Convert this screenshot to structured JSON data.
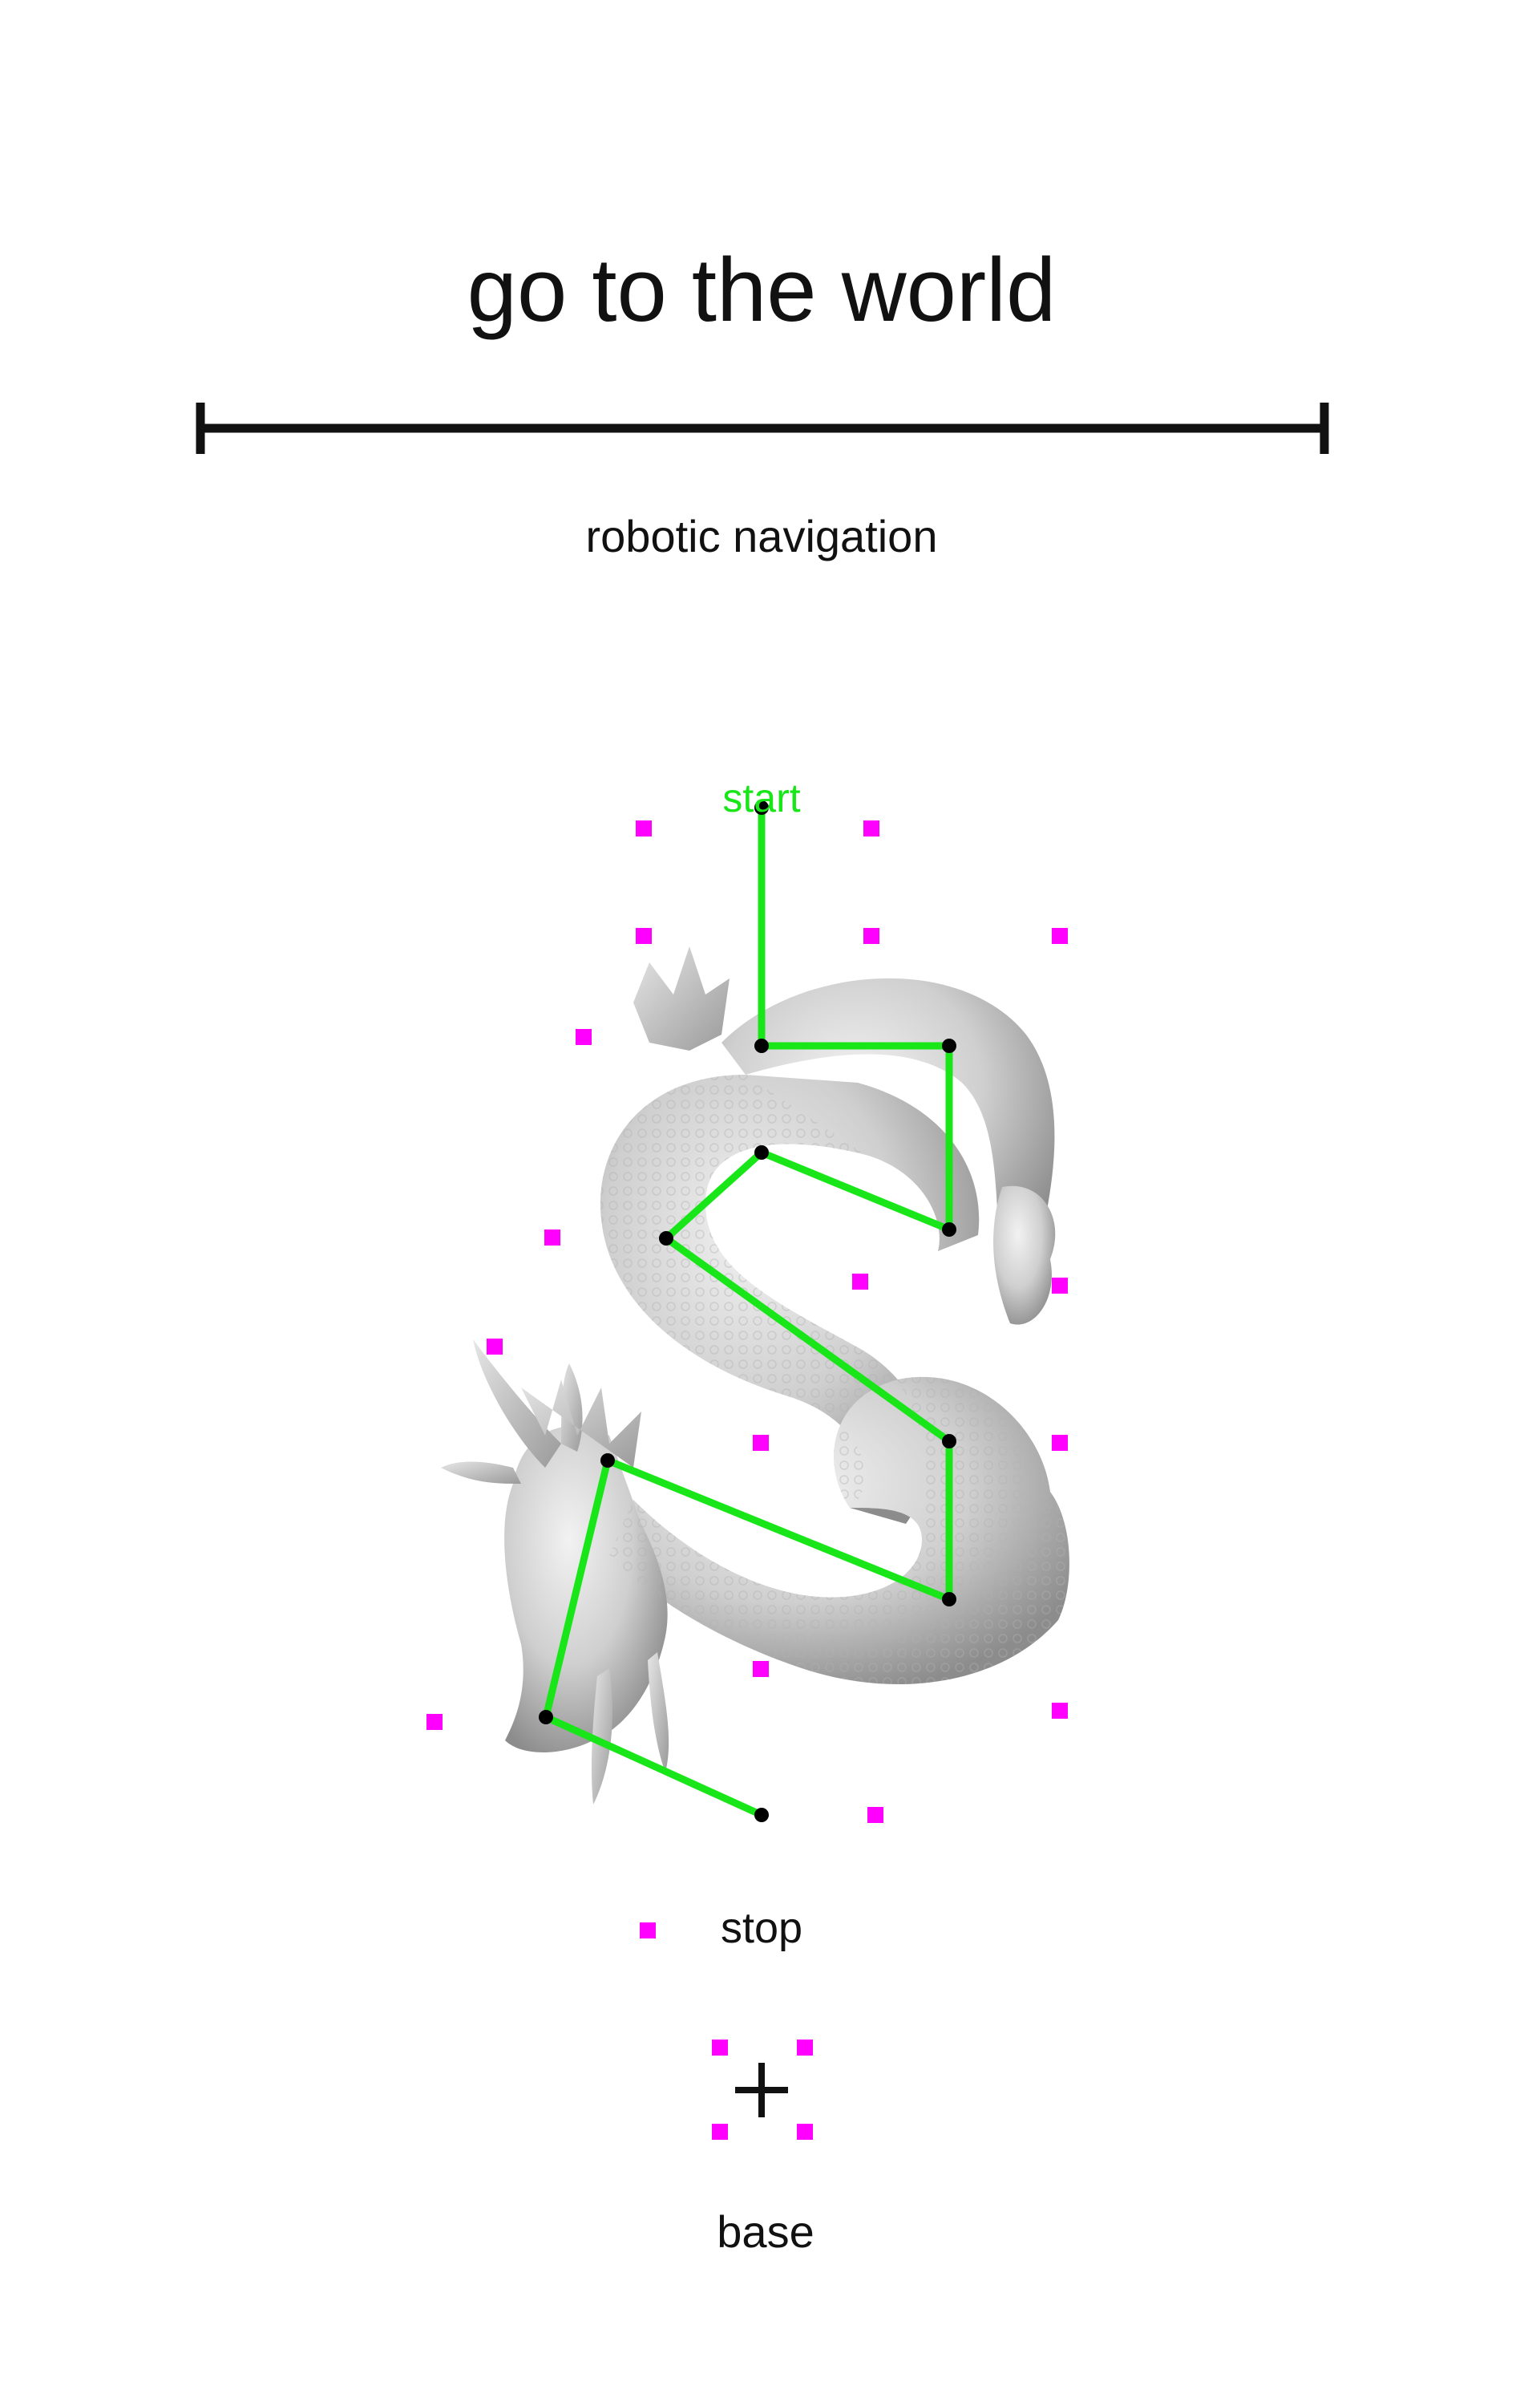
{
  "title": "go to the world",
  "subtitle": "robotic navigation",
  "path": {
    "start_label": "start",
    "color": "#19e619"
  },
  "legend": {
    "stop_label": "stop",
    "base_label": "base",
    "stop_color": "#ff00ff"
  },
  "colors": {
    "text": "#111111",
    "stop_marker": "#ff00ff",
    "path_line": "#19e619",
    "waypoint": "#000000"
  },
  "icons": {
    "base": "crosshair-plus-icon",
    "stop": "magenta-square-icon",
    "figure": "dragon-statue-image"
  }
}
